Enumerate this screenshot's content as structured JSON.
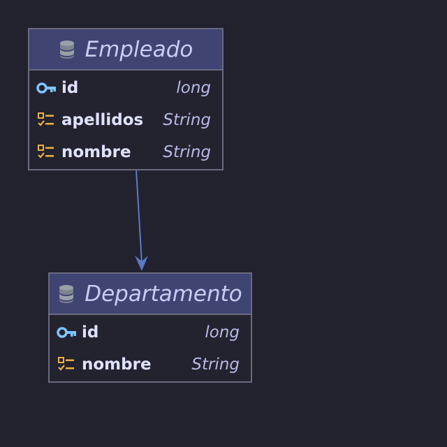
{
  "colors": {
    "background": "#22222f",
    "header": "#3f4473",
    "border": "#6a6a80",
    "key_icon": "#7ec6ff",
    "field_icon": "#f0b040",
    "edge": "#5a7ac8"
  },
  "entities": {
    "empleado": {
      "title": "Empleado",
      "icon": "database-icon",
      "fields": [
        {
          "name": "id",
          "type": "long",
          "icon": "key-icon"
        },
        {
          "name": "apellidos",
          "type": "String",
          "icon": "field-list-icon"
        },
        {
          "name": "nombre",
          "type": "String",
          "icon": "field-list-icon"
        }
      ]
    },
    "departamento": {
      "title": "Departamento",
      "icon": "database-icon",
      "fields": [
        {
          "name": "id",
          "type": "long",
          "icon": "key-icon"
        },
        {
          "name": "nombre",
          "type": "String",
          "icon": "field-list-icon"
        }
      ]
    }
  },
  "relations": [
    {
      "from": "empleado",
      "to": "departamento",
      "arrow": "to"
    }
  ]
}
